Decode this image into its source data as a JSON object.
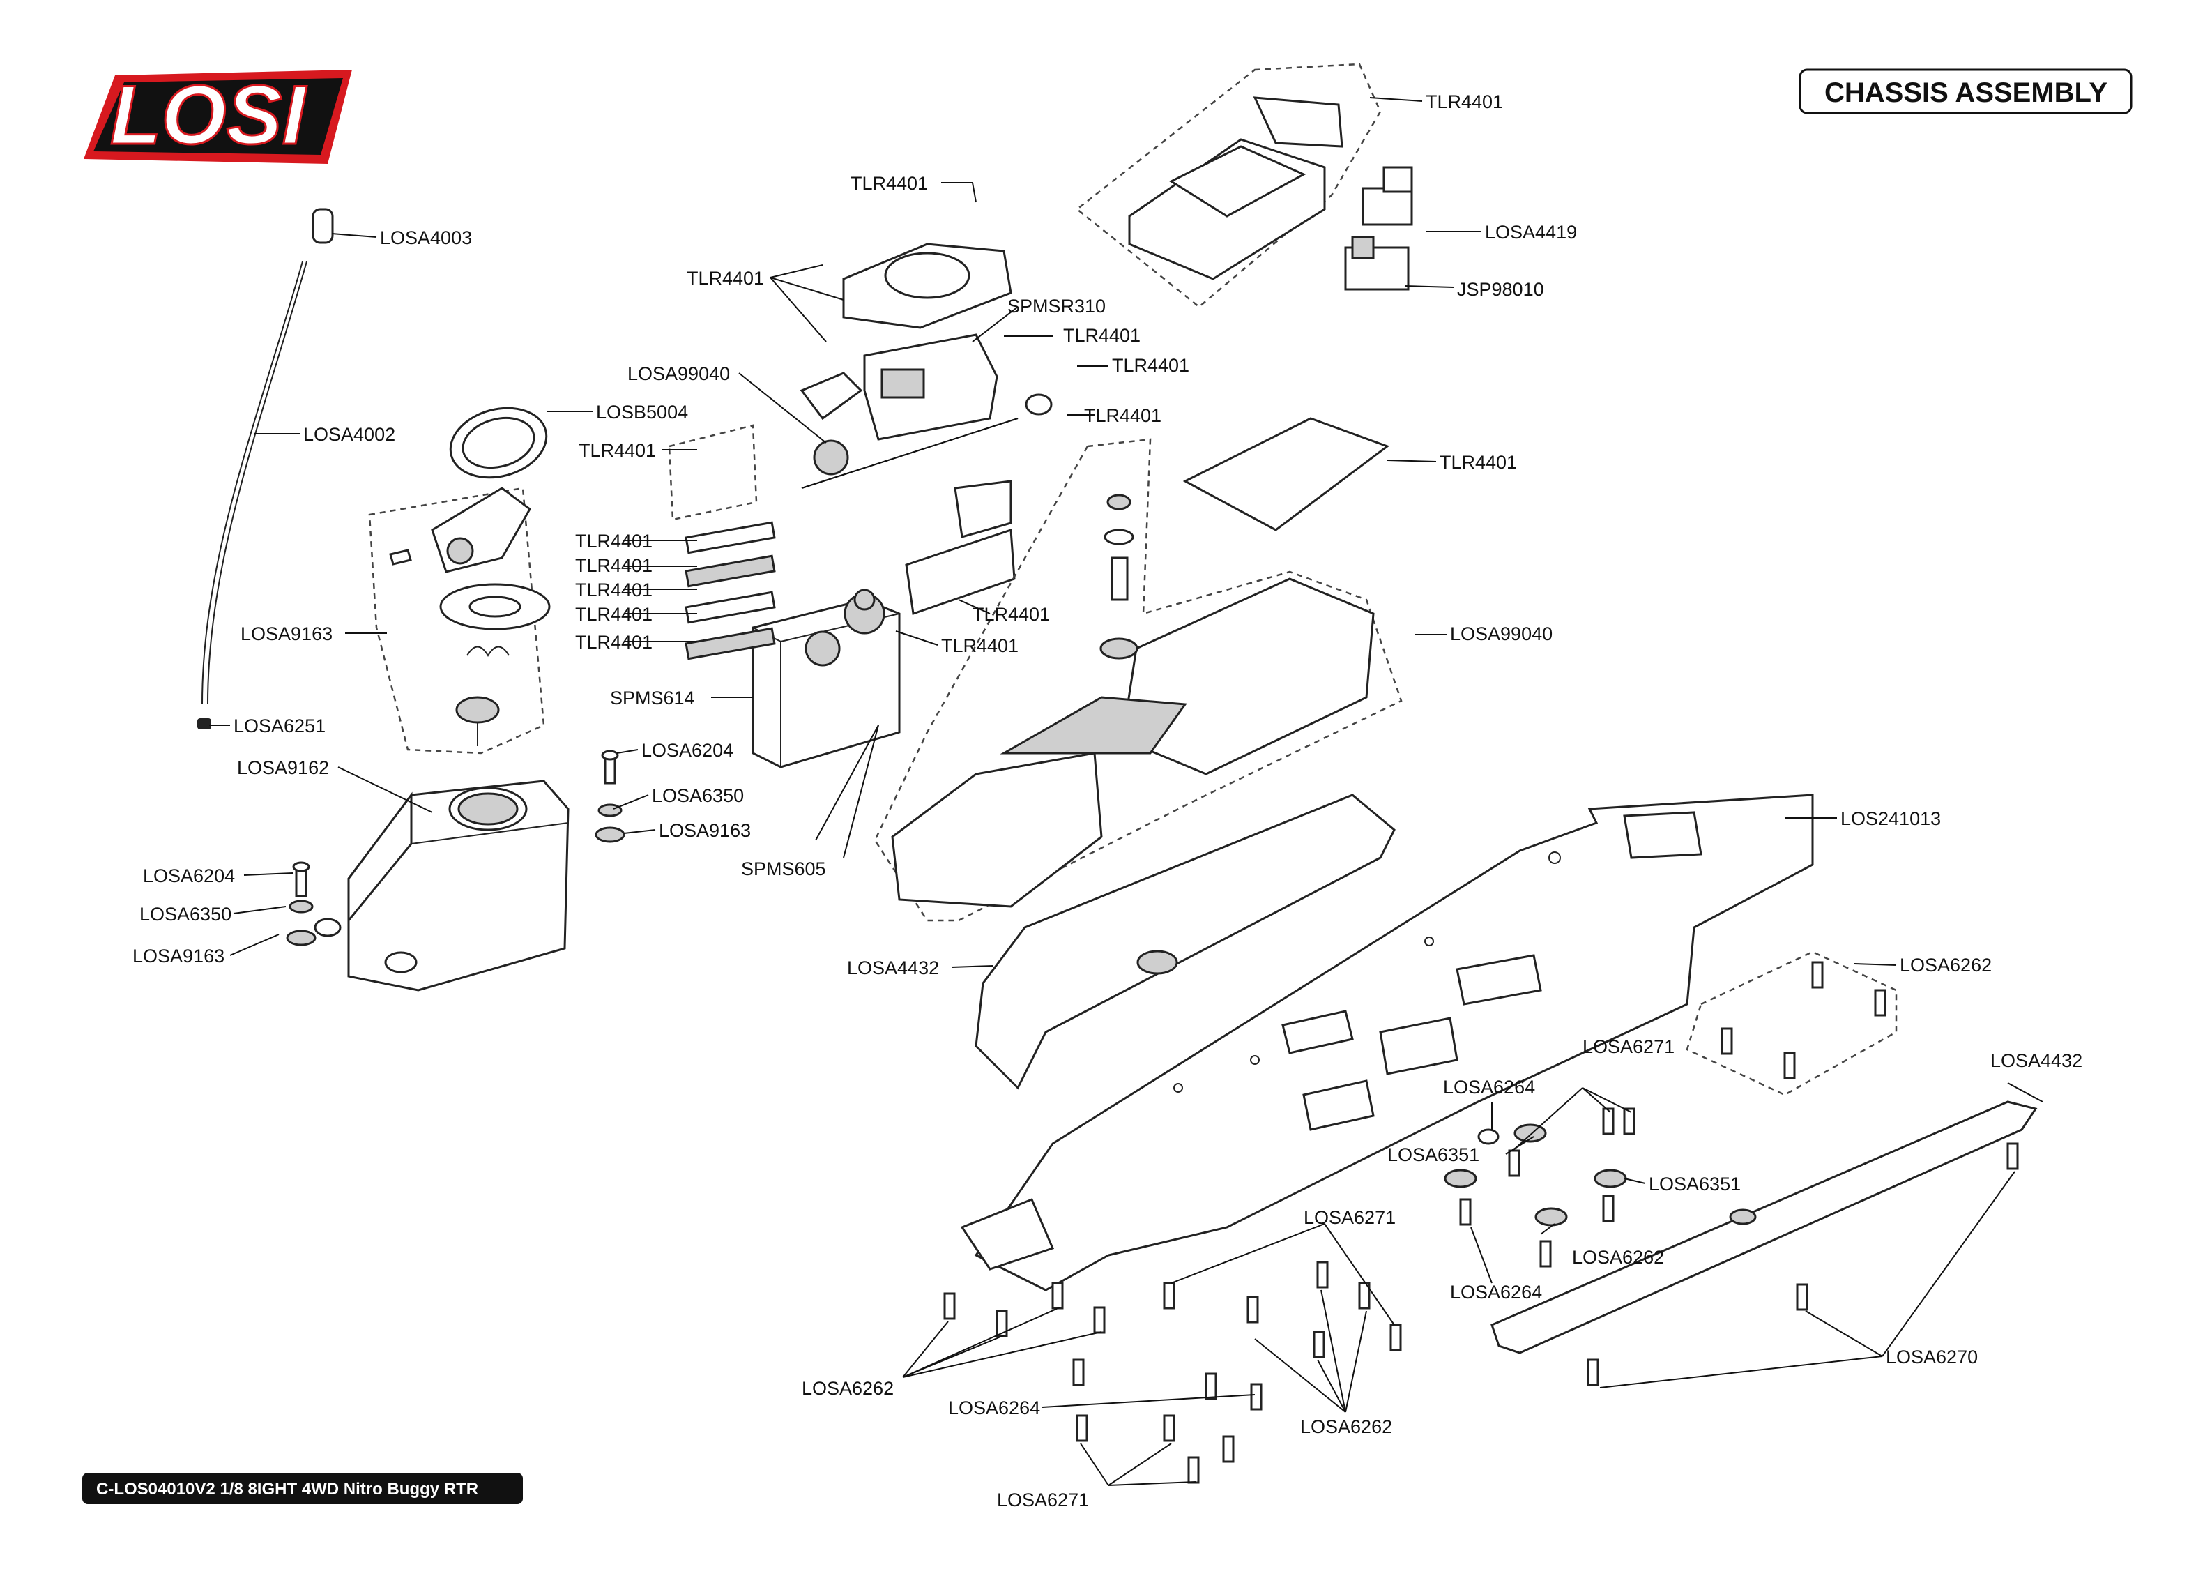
{
  "brand": {
    "logo_text": "LOSI",
    "logo_red": "#d7191f",
    "logo_black": "#111111"
  },
  "title": "CHASSIS ASSEMBLY",
  "footer": "C-LOS04010V2 1/8 8IGHT 4WD Nitro Buggy RTR",
  "callouts": [
    "TLR4401",
    "LOSA4419",
    "JSP98010",
    "TLR4401",
    "TLR4401",
    "SPMSR310",
    "TLR4401",
    "TLR4401",
    "LOSA99040",
    "TLR4401",
    "TLR4401",
    "LOSA4003",
    "LOSA4002",
    "LOSB5004",
    "TLR4401",
    "TLR4401",
    "TLR4401",
    "TLR4401",
    "TLR4401",
    "TLR4401",
    "TLR4401",
    "LOSA99040",
    "TLR4401",
    "LOSA9163",
    "LOSA6251",
    "SPMS614",
    "LOSA9162",
    "LOSA6204",
    "LOSA6350",
    "LOSA9163",
    "LOSA6204",
    "LOSA6350",
    "LOSA9163",
    "SPMS605",
    "LOS241013",
    "LOSA4432",
    "LOSA6262",
    "LOSA4432",
    "LOSA6271",
    "LOSA6264",
    "LOSA6351",
    "LOSA6351",
    "LOSA6262",
    "LOSA6264",
    "LOSA6271",
    "LOSA6262",
    "LOSA6264",
    "LOSA6262",
    "LOSA6270",
    "LOSA6271"
  ]
}
